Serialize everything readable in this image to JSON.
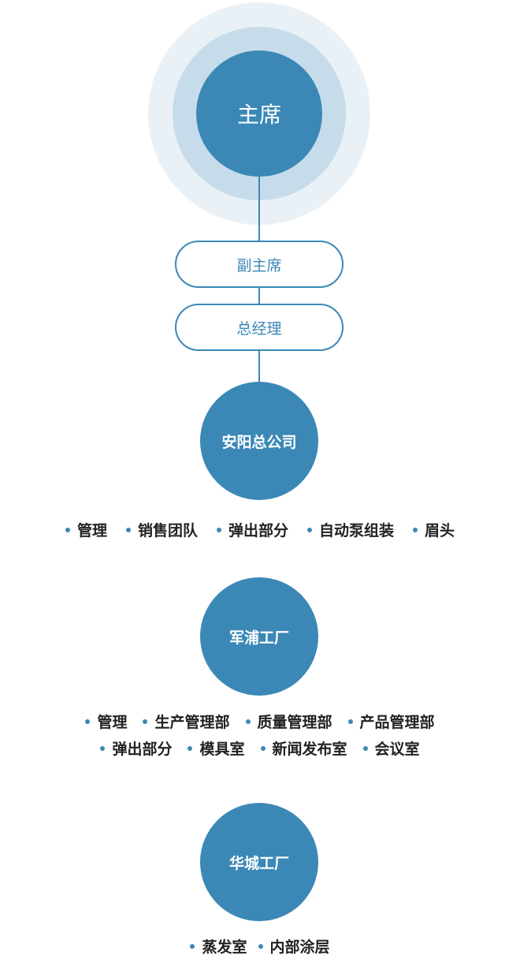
{
  "chairman": {
    "label": "主席"
  },
  "vice_chairman": {
    "label": "副主席"
  },
  "general_manager": {
    "label": "总经理"
  },
  "branches": [
    {
      "name": "安阳总公司",
      "departments": [
        "管理",
        "销售团队",
        "弹出部分",
        "自动泵组装",
        "眉头"
      ]
    },
    {
      "name": "军浦工厂",
      "departments": [
        "管理",
        "生产管理部",
        "质量管理部",
        "产品管理部",
        "弹出部分",
        "模具室",
        "新闻发布室",
        "会议室"
      ]
    },
    {
      "name": "华城工厂",
      "departments": [
        "蒸发室",
        "内部涂层"
      ]
    }
  ],
  "colors": {
    "primary": "#3b88b6",
    "ring_mid": "#c7dcea",
    "ring_outer": "#eaf1f6",
    "dept_text": "#222222"
  }
}
